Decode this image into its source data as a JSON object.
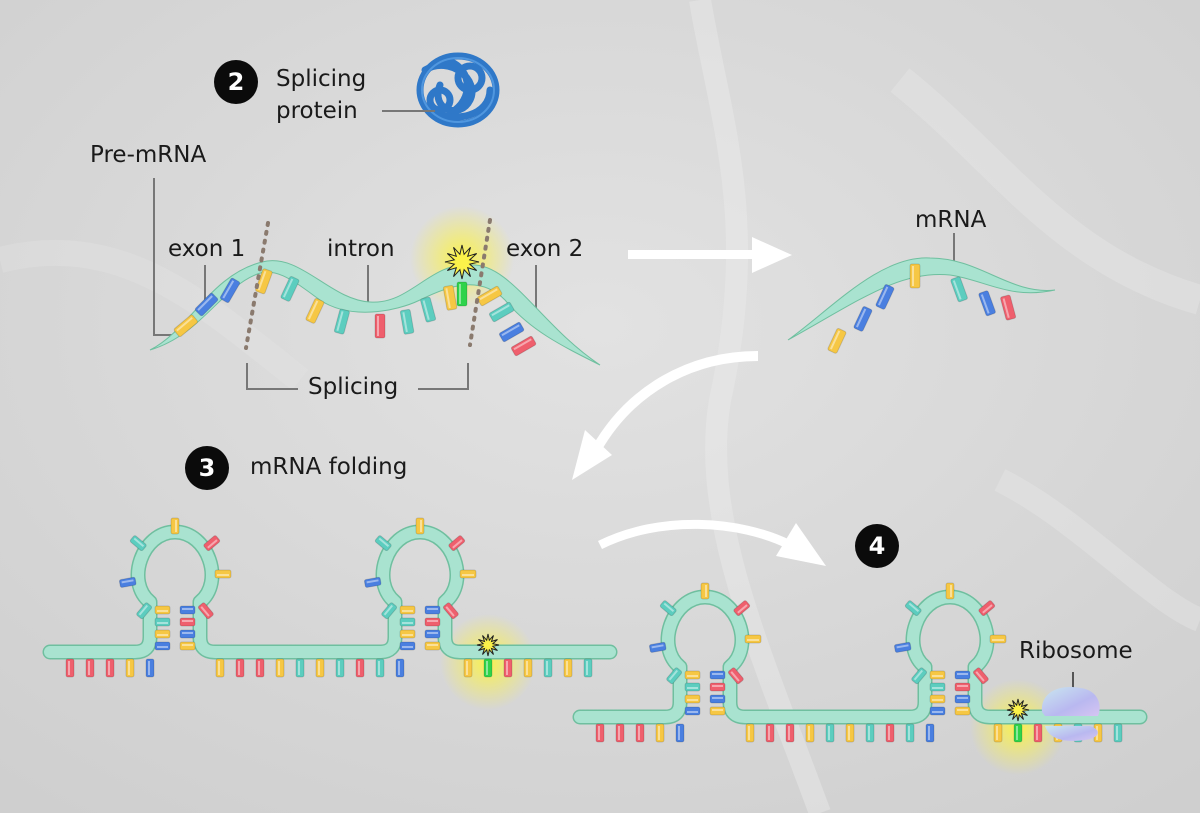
{
  "steps": {
    "step2": {
      "number": "2",
      "label_line1": "Splicing",
      "label_line2": "protein"
    },
    "step3": {
      "number": "3",
      "label": "mRNA folding"
    },
    "step4": {
      "number": "4"
    }
  },
  "labels": {
    "pre_mrna": "Pre-mRNA",
    "exon1": "exon 1",
    "intron": "intron",
    "exon2": "exon 2",
    "splicing": "Splicing",
    "mrna": "mRNA",
    "ribosome": "Ribosome"
  },
  "colors": {
    "strand": "#a9e3d0",
    "strand_dark": "#6fbf9f",
    "base_yellow": "#f6c744",
    "base_blue": "#4a7fe0",
    "base_teal": "#5ccdbf",
    "base_red": "#ef5f6d",
    "base_green": "#2fd34a",
    "protein": "#2f78c8",
    "highlight": "#fbf24a",
    "arrow": "#ffffff",
    "badge": "#0b0b0b"
  }
}
